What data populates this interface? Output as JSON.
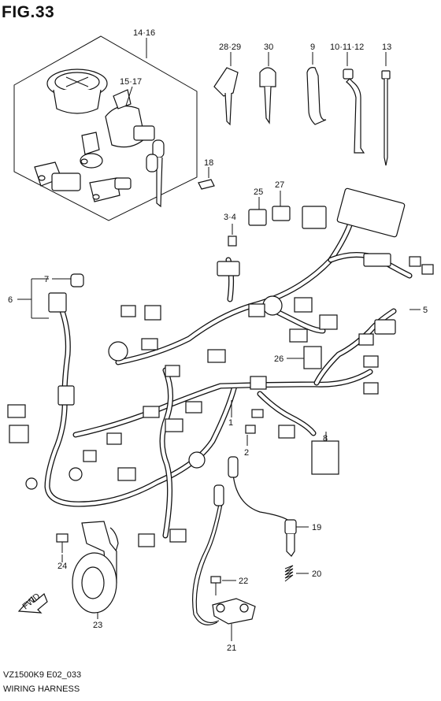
{
  "figure": {
    "title": "FIG.33",
    "model_code": "VZ1500K9 E02_033",
    "caption": "WIRING HARNESS",
    "direction_marker": "FWD"
  },
  "callouts": [
    {
      "id": "c-14-16",
      "text": "14·16"
    },
    {
      "id": "c-15-17",
      "text": "15·17"
    },
    {
      "id": "c-28-29",
      "text": "28·29"
    },
    {
      "id": "c-30",
      "text": "30"
    },
    {
      "id": "c-9",
      "text": "9"
    },
    {
      "id": "c-10-11-12",
      "text": "10·11·12"
    },
    {
      "id": "c-13",
      "text": "13"
    },
    {
      "id": "c-18",
      "text": "18"
    },
    {
      "id": "c-25",
      "text": "25"
    },
    {
      "id": "c-27",
      "text": "27"
    },
    {
      "id": "c-3-4",
      "text": "3·4"
    },
    {
      "id": "c-7",
      "text": "7"
    },
    {
      "id": "c-6",
      "text": "6"
    },
    {
      "id": "c-5",
      "text": "5"
    },
    {
      "id": "c-26",
      "text": "26"
    },
    {
      "id": "c-1",
      "text": "1"
    },
    {
      "id": "c-2",
      "text": "2"
    },
    {
      "id": "c-8",
      "text": "8"
    },
    {
      "id": "c-19",
      "text": "19"
    },
    {
      "id": "c-20",
      "text": "20"
    },
    {
      "id": "c-22",
      "text": "22"
    },
    {
      "id": "c-24",
      "text": "24"
    },
    {
      "id": "c-23",
      "text": "23"
    },
    {
      "id": "c-21",
      "text": "21"
    }
  ]
}
